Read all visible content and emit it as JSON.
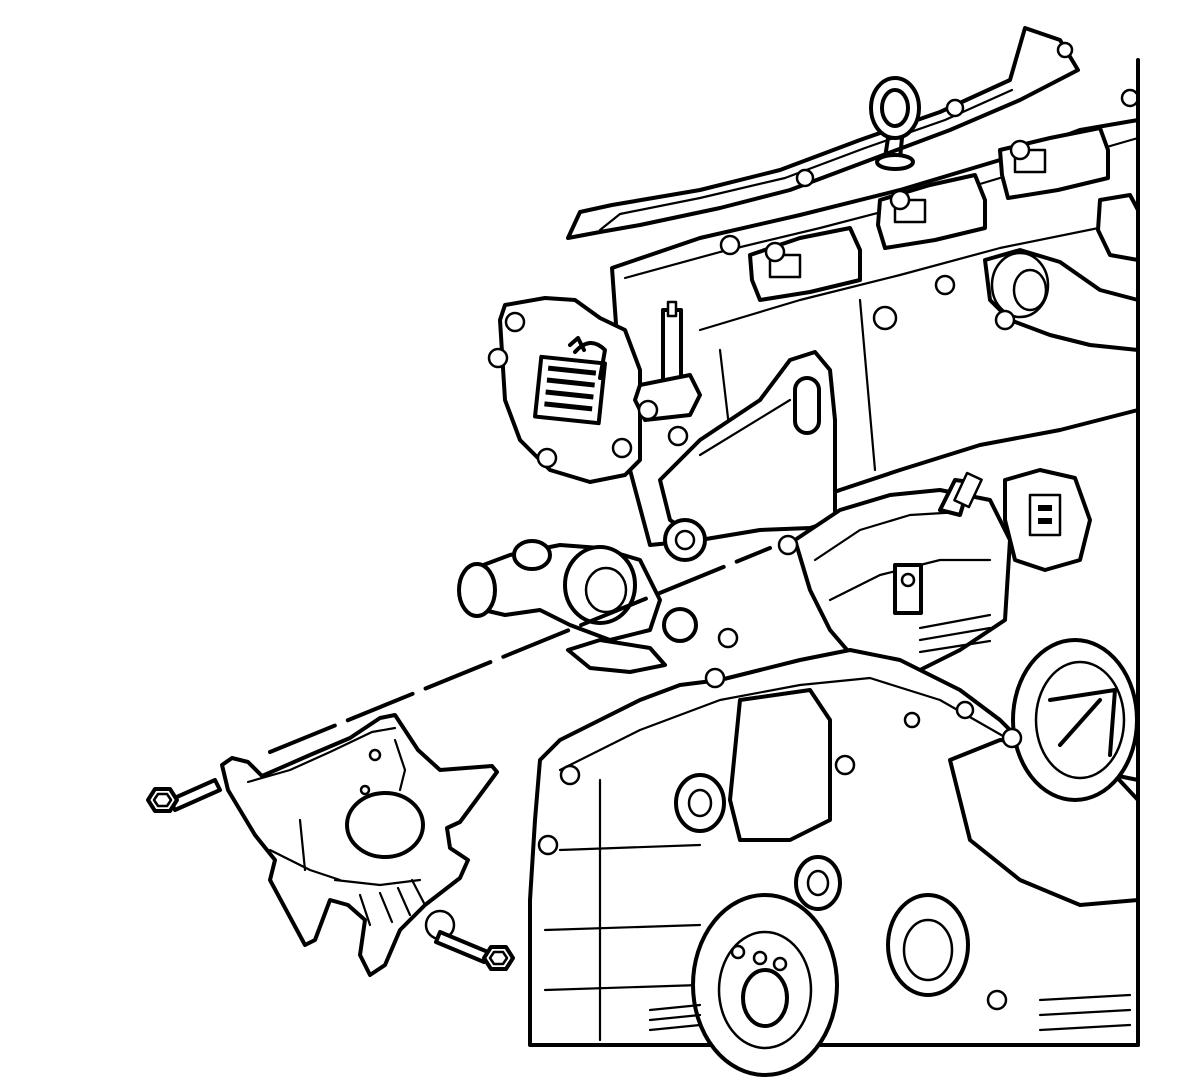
{
  "figure": {
    "kind": "exploded-view line illustration",
    "colors": {
      "line": "#000000",
      "background": "#ffffff"
    },
    "parts": [
      {
        "id": "heat-shield",
        "icon": "bracket-shield-icon"
      },
      {
        "id": "upper-bolt",
        "icon": "hex-bolt-icon"
      },
      {
        "id": "lower-bolt",
        "icon": "hex-bolt-icon"
      },
      {
        "id": "engine-assembly",
        "icon": "engine-block-icon"
      },
      {
        "id": "alignment-leader",
        "icon": "dashed-leader-line-icon"
      }
    ]
  }
}
